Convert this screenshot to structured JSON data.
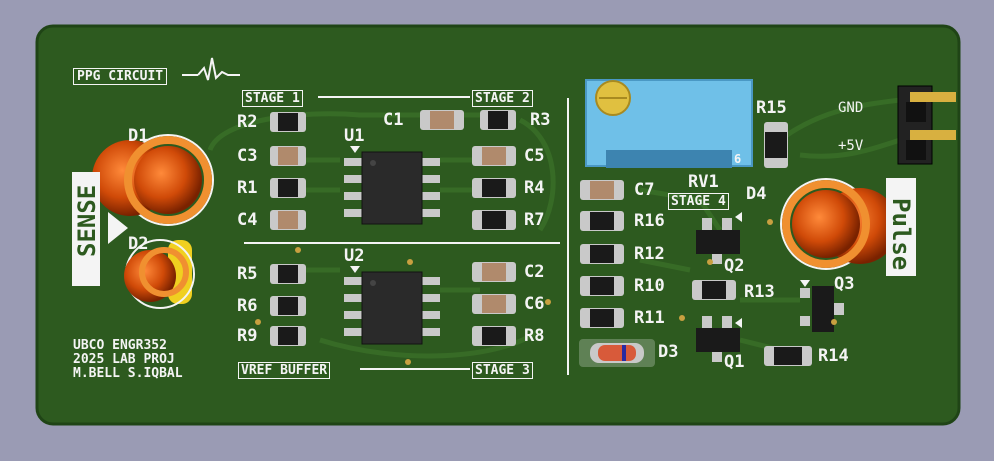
{
  "board": {
    "title": "PPG CIRCUIT",
    "stages": [
      "STAGE 1",
      "STAGE 2",
      "STAGE 3",
      "STAGE 4"
    ],
    "vref": "VREF BUFFER",
    "sense": "SENSE",
    "pulse": "Pulse",
    "credits": [
      "UBCO ENGR352",
      "2025 LAB PROJ",
      "M.BELL S.IQBAL"
    ],
    "connector": {
      "gnd": "GND",
      "vcc": "+5V"
    },
    "ic_pin_mark": "6"
  },
  "designators": {
    "D1": "D1",
    "D2": "D2",
    "D3": "D3",
    "D4": "D4",
    "R1": "R1",
    "R2": "R2",
    "R3": "R3",
    "R4": "R4",
    "R5": "R5",
    "R6": "R6",
    "R7": "R7",
    "R8": "R8",
    "R9": "R9",
    "R10": "R10",
    "R11": "R11",
    "R12": "R12",
    "R13": "R13",
    "R14": "R14",
    "R15": "R15",
    "R16": "R16",
    "C1": "C1",
    "C2": "C2",
    "C3": "C3",
    "C4": "C4",
    "C5": "C5",
    "C6": "C6",
    "C7": "C7",
    "U1": "U1",
    "U2": "U2",
    "Q1": "Q1",
    "Q2": "Q2",
    "Q3": "Q3",
    "RV1": "RV1"
  },
  "colors": {
    "background": "#9a9bb4",
    "board": "#2d5a1f",
    "board_edge": "#1f4416",
    "silkscreen": "#f4f4f4",
    "led": "#e05a10",
    "pot": "#6fc0e8"
  }
}
